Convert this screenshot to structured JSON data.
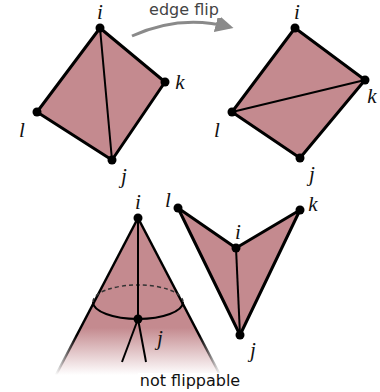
{
  "diagram": {
    "labels": [
      "edge flip",
      "i",
      "k",
      "l",
      "j",
      "i",
      "k",
      "l",
      "j",
      "i",
      "j",
      "l",
      "i",
      "k",
      "j",
      "not flippable"
    ]
  }
}
